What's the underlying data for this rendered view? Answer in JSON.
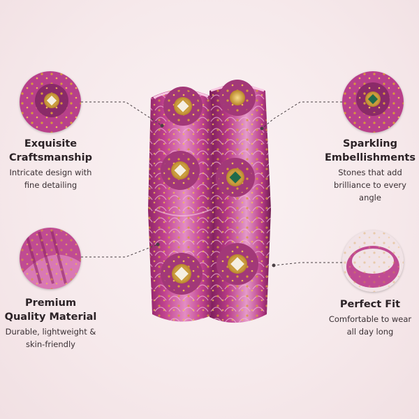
{
  "features": [
    {
      "id": "craftsmanship",
      "title": [
        "Exquisite",
        "Craftsmanship"
      ],
      "desc": [
        "Intricate design with",
        "fine detailing"
      ]
    },
    {
      "id": "material",
      "title": [
        "Premium",
        "Quality Material"
      ],
      "desc": [
        "Durable, lightweight &",
        "skin-friendly"
      ]
    },
    {
      "id": "embellishments",
      "title": [
        "Sparkling",
        "Embellishments"
      ],
      "desc": [
        "Stones that add",
        "brilliance to every",
        "angle"
      ]
    },
    {
      "id": "fit",
      "title": [
        "Perfect Fit"
      ],
      "desc": [
        "Comfortable to wear",
        "all day long"
      ]
    }
  ],
  "colors": {
    "bangle": "#c1438f",
    "bangle_dark": "#8e2466",
    "bangle_light": "#e48cc3",
    "gold": "#d7a945",
    "stone": "#1f6b4b",
    "background": "#f6e9eb"
  }
}
